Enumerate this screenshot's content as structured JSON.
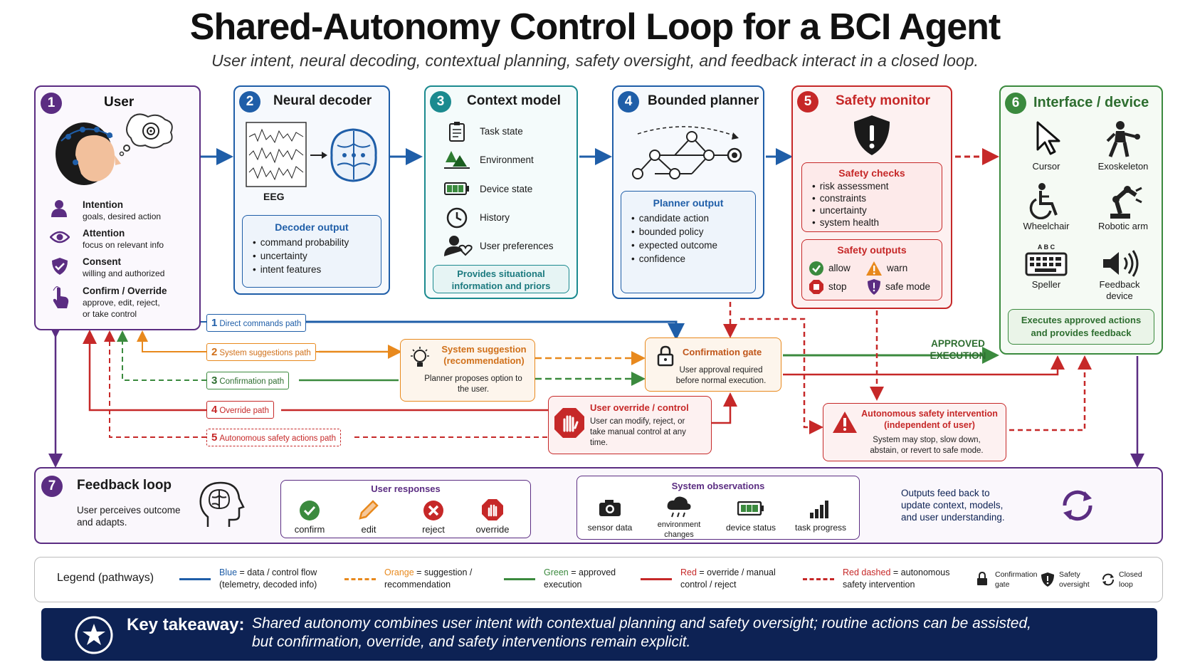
{
  "title": "Shared-Autonomy Control Loop for a BCI Agent",
  "subtitle": "User intent, neural decoding, contextual planning, safety oversight, and feedback interact in a closed loop.",
  "colors": {
    "user": "#5b2d82",
    "blue": "#1f5ea8",
    "teal": "#1b8a8f",
    "planner": "#1f5ea8",
    "red": "#c62828",
    "green": "#3b8a3e",
    "orange": "#e8891d",
    "navy": "#0d2254"
  },
  "user": {
    "num": "1",
    "title": "User",
    "items": [
      {
        "icon": "person-icon",
        "label": "Intention",
        "desc": "goals, desired action"
      },
      {
        "icon": "eye-icon",
        "label": "Attention",
        "desc": "focus on relevant info"
      },
      {
        "icon": "shield-check-icon",
        "label": "Consent",
        "desc": "willing and authorized"
      },
      {
        "icon": "hand-pointer-icon",
        "label": "Confirm / Override",
        "desc": "approve, edit, reject,",
        "desc2": "or take control"
      }
    ]
  },
  "decoder": {
    "num": "2",
    "title": "Neural decoder",
    "eeg": "EEG",
    "output_title": "Decoder output",
    "output": [
      "command probability",
      "uncertainty",
      "intent features"
    ]
  },
  "context": {
    "num": "3",
    "title": "Context model",
    "items": [
      {
        "icon": "clipboard-icon",
        "label": "Task state"
      },
      {
        "icon": "tree-icon",
        "label": "Environment"
      },
      {
        "icon": "battery-icon",
        "label": "Device state"
      },
      {
        "icon": "clock-icon",
        "label": "History"
      },
      {
        "icon": "user-heart-icon",
        "label": "User preferences"
      }
    ],
    "note": "Provides situational information and priors"
  },
  "planner": {
    "num": "4",
    "title": "Bounded planner",
    "output_title": "Planner output",
    "output": [
      "candidate action",
      "bounded policy",
      "expected outcome",
      "confidence"
    ]
  },
  "safety": {
    "num": "5",
    "title": "Safety monitor",
    "checks_title": "Safety checks",
    "checks": [
      "risk assessment",
      "constraints",
      "uncertainty",
      "system health"
    ],
    "outputs_title": "Safety outputs",
    "outputs": [
      {
        "icon": "check-circle-icon",
        "label": "allow"
      },
      {
        "icon": "warning-icon",
        "label": "warn"
      },
      {
        "icon": "stop-icon",
        "label": "stop"
      },
      {
        "icon": "shield-icon",
        "label": "safe mode"
      }
    ]
  },
  "interface": {
    "num": "6",
    "title": "Interface / device",
    "devices": [
      {
        "icon": "cursor-icon",
        "label": "Cursor"
      },
      {
        "icon": "exoskeleton-icon",
        "label": "Exoskeleton"
      },
      {
        "icon": "wheelchair-icon",
        "label": "Wheelchair"
      },
      {
        "icon": "robotic-arm-icon",
        "label": "Robotic arm"
      },
      {
        "icon": "keyboard-icon",
        "label": "Speller",
        "keys": "A B C"
      },
      {
        "icon": "speaker-icon",
        "label": "Feedback device"
      }
    ],
    "note": "Executes approved actions and provides feedback"
  },
  "paths": [
    {
      "num": "1",
      "label": "Direct commands path",
      "color": "#1f5ea8"
    },
    {
      "num": "2",
      "label": "System suggestions path",
      "color": "#e8891d"
    },
    {
      "num": "3",
      "label": "Confirmation path",
      "color": "#3b8a3e"
    },
    {
      "num": "4",
      "label": "Override path",
      "color": "#c62828"
    },
    {
      "num": "5",
      "label": "Autonomous safety actions path",
      "color": "#c62828"
    }
  ],
  "suggestion": {
    "title": "System suggestion (recommendation)",
    "text": "Planner proposes option to the user."
  },
  "gate": {
    "title": "Confirmation gate",
    "text": "User approval required before normal execution."
  },
  "override": {
    "title": "User override / control",
    "text": "User can modify, reject, or take manual control at any time."
  },
  "intervention": {
    "title": "Autonomous safety intervention (independent of user)",
    "text": "System may stop, slow down, abstain, or revert to safe mode."
  },
  "approved": "APPROVED EXECUTION",
  "feedback": {
    "num": "7",
    "title": "Feedback loop",
    "desc": "User perceives outcome and adapts.",
    "responses_title": "User responses",
    "responses": [
      {
        "icon": "check-icon",
        "label": "confirm"
      },
      {
        "icon": "pencil-icon",
        "label": "edit"
      },
      {
        "icon": "x-icon",
        "label": "reject"
      },
      {
        "icon": "octagon-hand-icon",
        "label": "override"
      }
    ],
    "observations_title": "System observations",
    "observations": [
      {
        "icon": "camera-icon",
        "label": "sensor data"
      },
      {
        "icon": "cloud-icon",
        "label": "environment changes"
      },
      {
        "icon": "battery-icon",
        "label": "device status"
      },
      {
        "icon": "bar-chart-icon",
        "label": "task progress"
      }
    ],
    "outputs_note": "Outputs feed back to update context, models, and user understanding."
  },
  "legend": {
    "title": "Legend (pathways)",
    "items": [
      {
        "name": "Blue",
        "rest": "= data / control flow",
        "line2": "(telemetry, decoded info)",
        "color": "#1f5ea8",
        "dash": false
      },
      {
        "name": "Orange",
        "rest": "= suggestion /",
        "line2": "recommendation",
        "color": "#e8891d",
        "dash": true
      },
      {
        "name": "Green",
        "rest": "= approved",
        "line2": "execution",
        "color": "#3b8a3e",
        "dash": false
      },
      {
        "name": "Red",
        "rest": "= override / manual",
        "line2": "control / reject",
        "color": "#c62828",
        "dash": false
      },
      {
        "name": "Red dashed",
        "rest": "= autonomous",
        "line2": "safety intervention",
        "color": "#c62828",
        "dash": true
      }
    ],
    "icons": [
      {
        "icon": "lock-icon",
        "l1": "Confirmation",
        "l2": "gate"
      },
      {
        "icon": "shield-icon",
        "l1": "Safety",
        "l2": "oversight"
      },
      {
        "icon": "loop-icon",
        "l1": "Closed",
        "l2": "loop"
      }
    ]
  },
  "takeaway": {
    "label": "Key takeaway:",
    "line1": "Shared autonomy combines user intent with contextual planning and safety oversight; routine actions can be assisted,",
    "line2": "but confirmation, override, and safety interventions remain explicit."
  }
}
